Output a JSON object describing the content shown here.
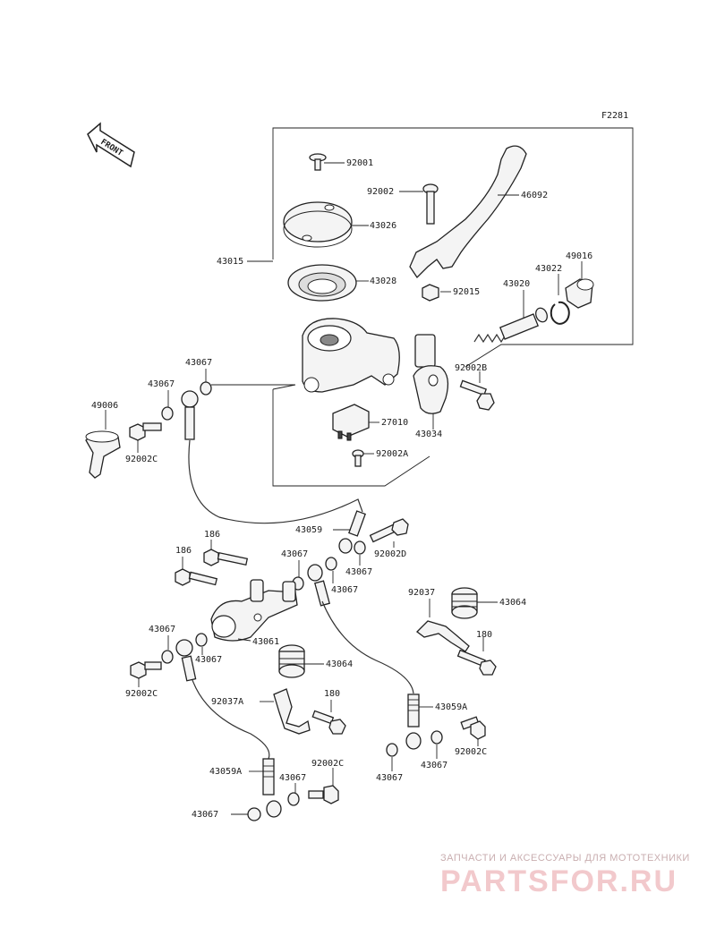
{
  "diagram_code": "F2281",
  "front_label": "FRONT",
  "parts": {
    "p92001": "92001",
    "p92002": "92002",
    "p46092": "46092",
    "p43026": "43026",
    "p43015": "43015",
    "p43028": "43028",
    "p92015": "92015",
    "p43020": "43020",
    "p43022": "43022",
    "p49016": "49016",
    "p92002B": "92002B",
    "p43034": "43034",
    "p27010": "27010",
    "p92002A": "92002A",
    "p43067a": "43067",
    "p43067b": "43067",
    "p49006": "49006",
    "p92002Ca": "92002C",
    "p43059": "43059",
    "p92002D": "92002D",
    "p186a": "186",
    "p186b": "186",
    "p43067c": "43067",
    "p43067d": "43067",
    "p43067e": "43067",
    "p92037": "92037",
    "p43064a": "43064",
    "p180a": "180",
    "p43061": "43061",
    "p43067f": "43067",
    "p43067g": "43067",
    "p92002Cb": "92002C",
    "p43064b": "43064",
    "p92037A": "92037A",
    "p180b": "180",
    "p43059A": "43059A",
    "p92002Cc": "92002C",
    "p43067h": "43067",
    "p43067i": "43067",
    "p43059Ab": "43059A",
    "p92002Cd": "92002C",
    "p43067j": "43067",
    "p43067k": "43067"
  },
  "watermark": {
    "tagline": "ЗАПЧАСТИ И АКСЕССУАРЫ ДЛЯ МОТОТЕХНИКИ",
    "brand": "PARTSFOR.RU"
  }
}
